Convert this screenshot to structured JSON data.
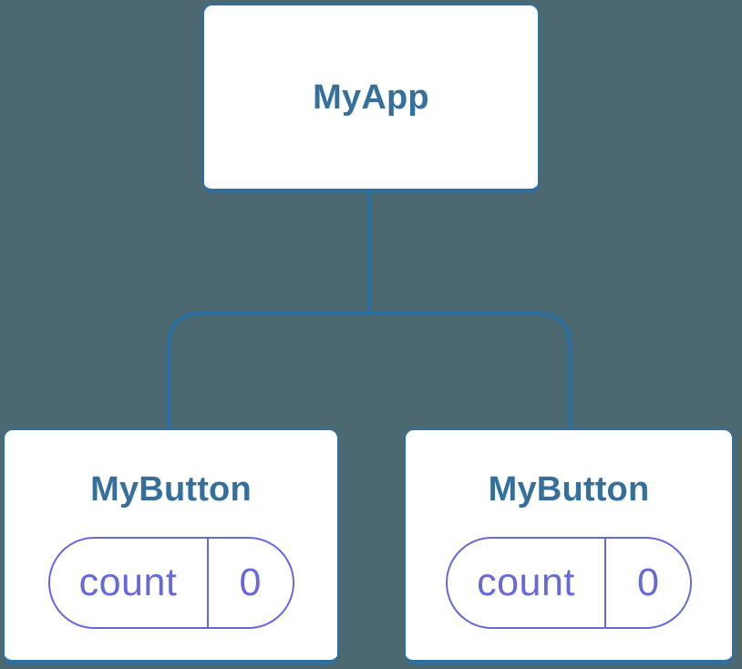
{
  "colors": {
    "background": "#4C6971",
    "node_fill": "#FFFFFF",
    "node_border": "#2F6F9F",
    "connector": "#2F6F9F",
    "node_title_text": "#35709D",
    "state_accent": "#6569D9"
  },
  "tree": {
    "root": {
      "label": "MyApp"
    },
    "children": [
      {
        "label": "MyButton",
        "state": {
          "key": "count",
          "value": "0"
        }
      },
      {
        "label": "MyButton",
        "state": {
          "key": "count",
          "value": "0"
        }
      }
    ]
  }
}
